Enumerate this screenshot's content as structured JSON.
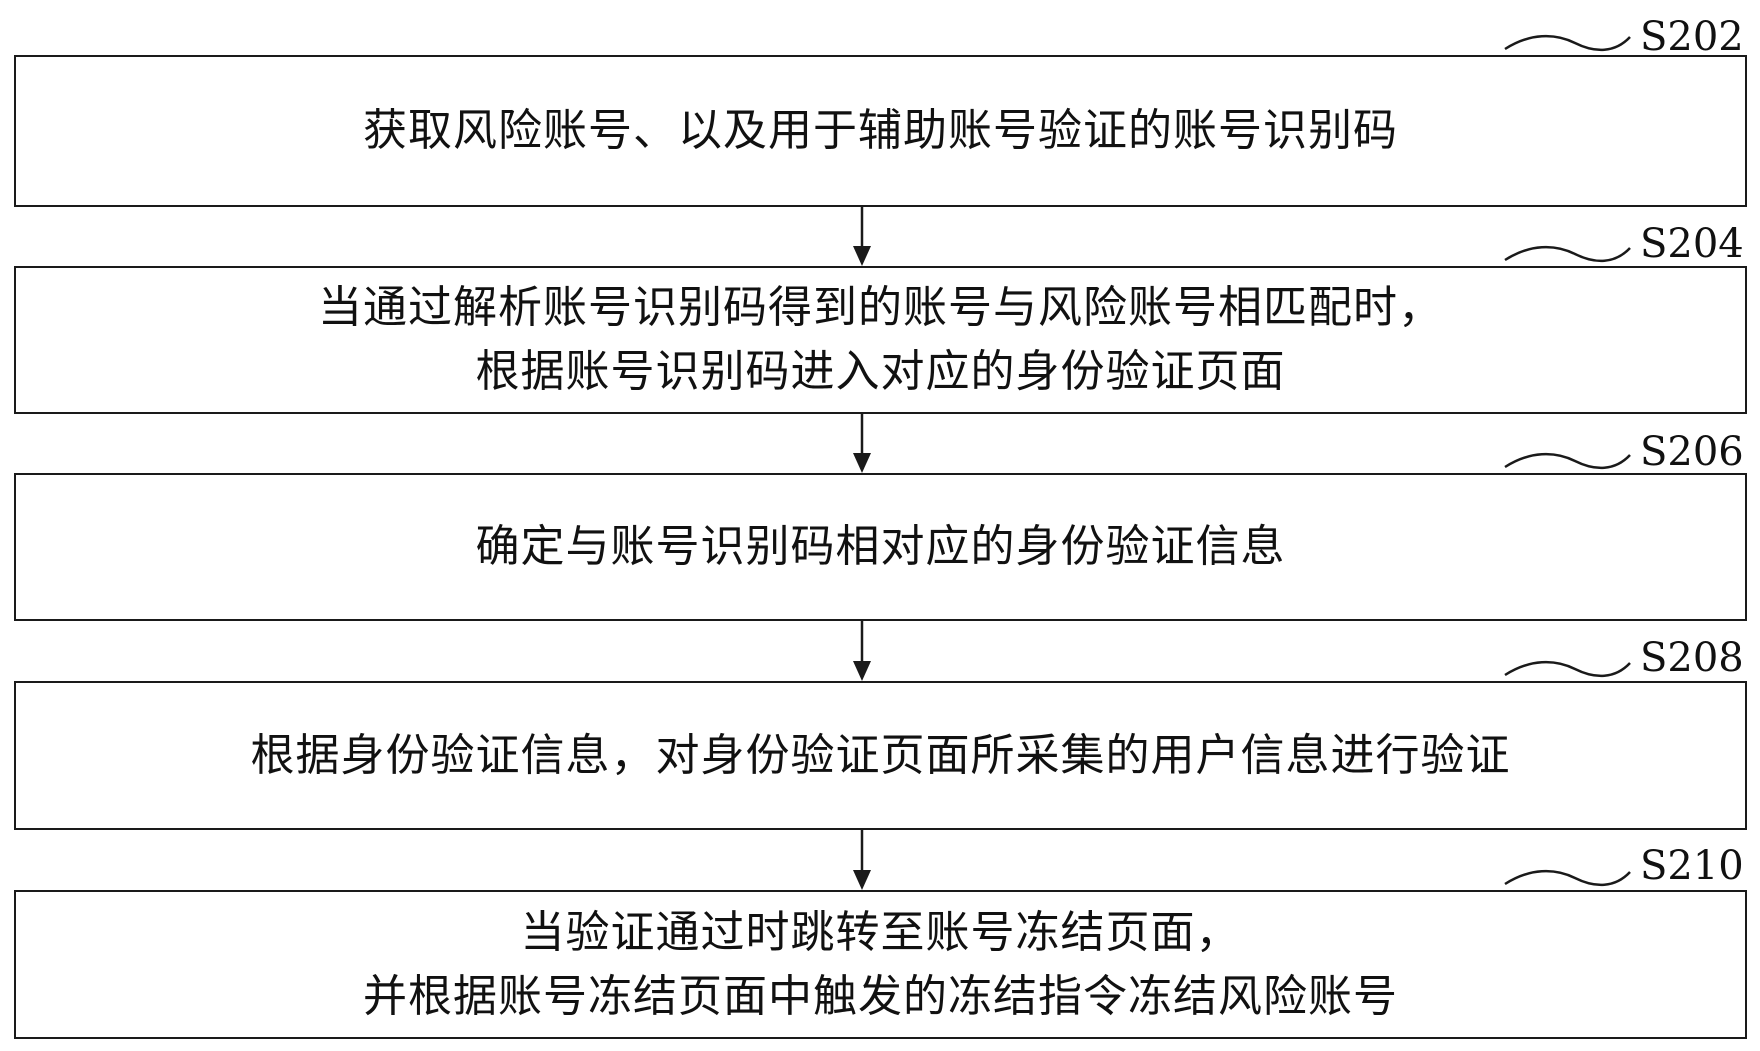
{
  "diagram": {
    "steps": [
      {
        "id": "S202",
        "lines": [
          "获取风险账号、以及用于辅助账号验证的账号识别码"
        ]
      },
      {
        "id": "S204",
        "lines": [
          "当通过解析账号识别码得到的账号与风险账号相匹配时，",
          "根据账号识别码进入对应的身份验证页面"
        ]
      },
      {
        "id": "S206",
        "lines": [
          "确定与账号识别码相对应的身份验证信息"
        ]
      },
      {
        "id": "S208",
        "lines": [
          "根据身份验证信息，对身份验证页面所采集的用户信息进行验证"
        ]
      },
      {
        "id": "S210",
        "lines": [
          "当验证通过时跳转至账号冻结页面，",
          "并根据账号冻结页面中触发的冻结指令冻结风险账号"
        ]
      }
    ],
    "line_color": "#1a1a1a"
  }
}
